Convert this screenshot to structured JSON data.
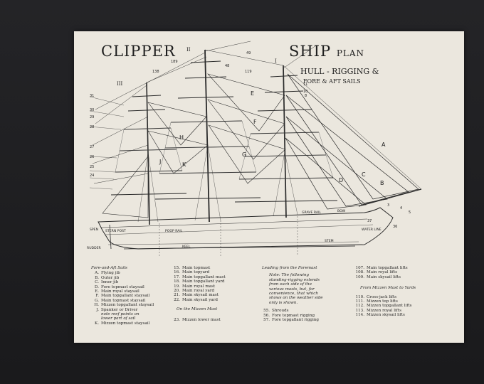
{
  "title": {
    "word1": "CLIPPER",
    "word2": "SHIP",
    "word3": "PLAN",
    "line2": "HULL - RIGGING &",
    "line3": "FORE & AFT SAILS"
  },
  "mast_numerals": [
    "I",
    "II",
    "III"
  ],
  "hull_labels": {
    "stern_post": "STERN POST",
    "keel": "KEEL",
    "stem": "STEM",
    "bow": "BOW",
    "water_line": "WATER LINE",
    "poop_rail": "POOP RAIL",
    "grave_rail": "GRAVE RAIL",
    "rudder": "RUDDER",
    "spanker": "SPEN"
  },
  "sail_letters": [
    "A",
    "B",
    "C",
    "D",
    "E",
    "F",
    "G",
    "H",
    "J",
    "K"
  ],
  "callouts": {
    "left_edge": [
      "31",
      "30",
      "29",
      "28",
      "27",
      "26",
      "25",
      "24"
    ],
    "top": [
      "49",
      "189",
      "138",
      "119",
      "48",
      "11",
      "8",
      "10"
    ],
    "bow": [
      "36",
      "37",
      "5",
      "4",
      "3"
    ]
  },
  "legend": {
    "col1_heading": "Fore-and-Aft Sails",
    "col1": [
      {
        "n": "A.",
        "t": "Flying jib"
      },
      {
        "n": "B.",
        "t": "Outer jib"
      },
      {
        "n": "C.",
        "t": "Inner jib"
      },
      {
        "n": "D.",
        "t": "Fore topmast staysail"
      },
      {
        "n": "E.",
        "t": "Main royal staysail"
      },
      {
        "n": "F.",
        "t": "Main topgallant staysail"
      },
      {
        "n": "G.",
        "t": "Main topmast staysail"
      },
      {
        "n": "H.",
        "t": "Mizzen topgallant staysail"
      },
      {
        "n": "J.",
        "t": "Spanker or Driver"
      }
    ],
    "col1_note": "note reef points on lower part of sail",
    "col1_last": {
      "n": "K.",
      "t": "Mizzen topmast staysail"
    },
    "col2": [
      {
        "n": "15.",
        "t": "Main topmast"
      },
      {
        "n": "16.",
        "t": "Main topyard"
      },
      {
        "n": "17.",
        "t": "Main topgallant mast"
      },
      {
        "n": "18.",
        "t": "Main topgallant yard"
      },
      {
        "n": "19.",
        "t": "Main royal mast"
      },
      {
        "n": "20.",
        "t": "Main royal yard"
      },
      {
        "n": "21.",
        "t": "Main skysail mast"
      },
      {
        "n": "22.",
        "t": "Main skysail yard"
      }
    ],
    "col2_heading": "On the Mizzen Mast",
    "col2_last": {
      "n": "23.",
      "t": "Mizzen lower mast"
    },
    "col3_heading": "Leading from the Foremast",
    "col3_note": "Note: The following standing-rigging extends from each side of the various masts, but, for convenience, that which shows on the weather side only is shown.",
    "col3": [
      {
        "n": "55.",
        "t": "Shrouds"
      },
      {
        "n": "56.",
        "t": "Fore topmast rigging"
      },
      {
        "n": "57.",
        "t": "Fore topgallant rigging"
      }
    ],
    "col4": [
      {
        "n": "107.",
        "t": "Main topgallant lifts"
      },
      {
        "n": "108.",
        "t": "Main royal lifts"
      },
      {
        "n": "109.",
        "t": "Main skysail lifts"
      }
    ],
    "col4_heading": "From Mizzen Mast to Yards",
    "col4b": [
      {
        "n": "110.",
        "t": "Cross-jack lifts"
      },
      {
        "n": "111.",
        "t": "Mizzen top lifts"
      },
      {
        "n": "112.",
        "t": "Mizzen topgallant lifts"
      },
      {
        "n": "113.",
        "t": "Mizzen royal lifts"
      },
      {
        "n": "114.",
        "t": "Mizzen skysail lifts"
      }
    ]
  }
}
